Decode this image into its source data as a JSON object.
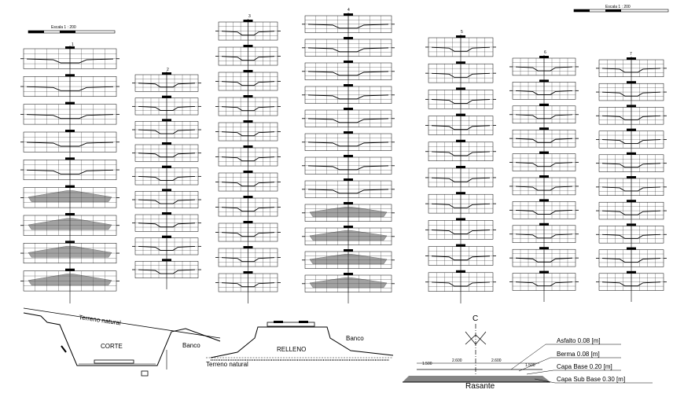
{
  "scales": {
    "left": "Escala 1 : 200",
    "right": "Escala 1 : 200"
  },
  "columns": [
    {
      "label": "1",
      "sections": 9
    },
    {
      "label": "2",
      "sections": 9
    },
    {
      "label": "3",
      "sections": 11
    },
    {
      "label": "4",
      "sections": 12
    },
    {
      "label": "5",
      "sections": 10
    },
    {
      "label": "6",
      "sections": 10
    },
    {
      "label": "7",
      "sections": 10
    }
  ],
  "corte": {
    "terrain": "Terreno natural",
    "title": "CORTE",
    "banco": "Banco"
  },
  "relleno": {
    "title": "RELLENO",
    "banco": "Banco",
    "terrain": "Terreno natural"
  },
  "pavement": {
    "axis": "C",
    "rasante": "Rasante",
    "dims": [
      "1.500",
      "2.600",
      "2.600",
      "1.500"
    ],
    "layers": [
      "Asfalto 0.08 [m]",
      "Berma 0.08 [m]",
      "Capa Base 0.20 [m]",
      "Capa Sub Base 0.30 [m]"
    ]
  },
  "colors": {
    "ink": "#000000",
    "hatch": "#333333"
  }
}
